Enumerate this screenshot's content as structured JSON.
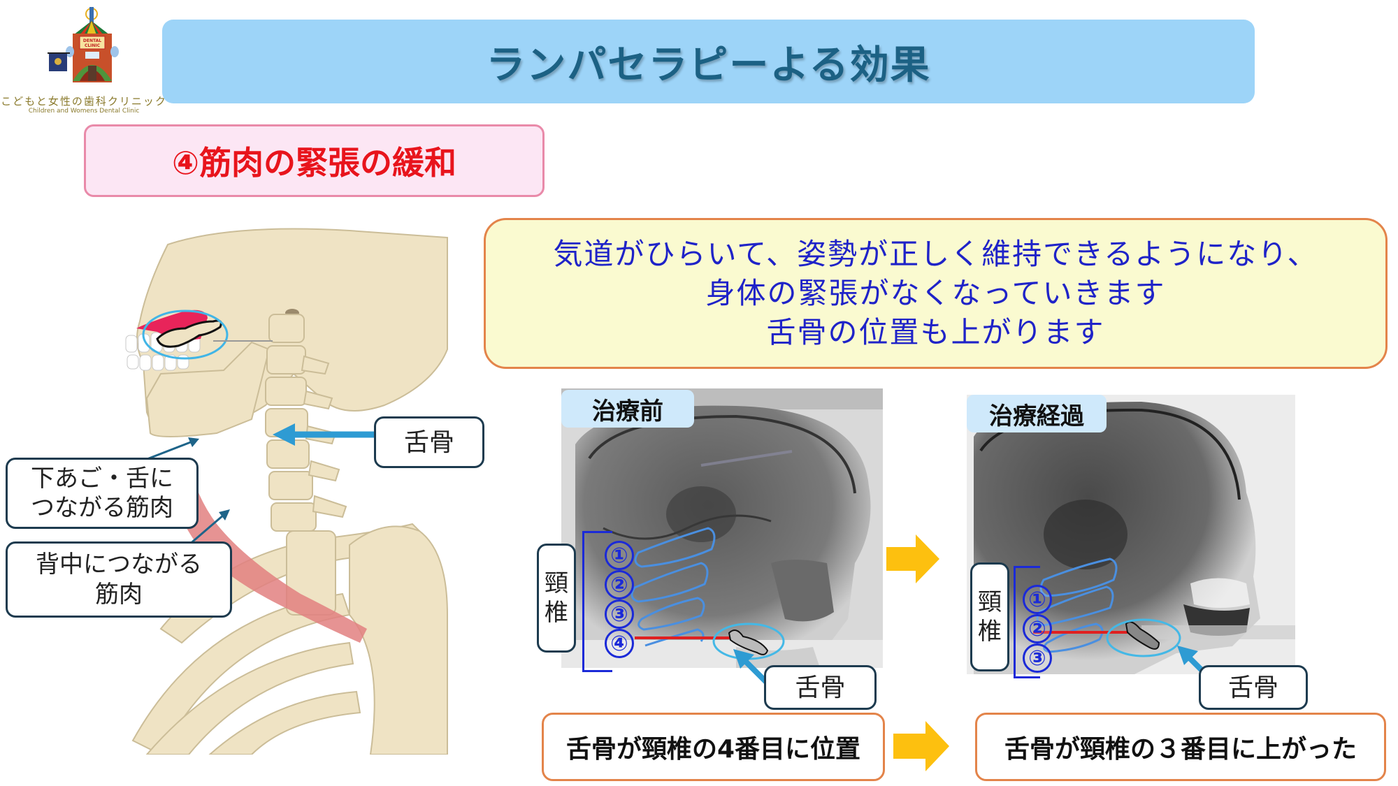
{
  "logo": {
    "sign_text": "DENTAL CLINIC",
    "name_jp": "こどもと女性の歯科クリニック",
    "name_en": "Children and Womens Dental Clinic"
  },
  "header": {
    "title": "ランパセラピーよる効果"
  },
  "section": {
    "heading": "④筋肉の緊張の緩和"
  },
  "illustration": {
    "hyoid_label": "舌骨",
    "jaw_muscle_label_line1": "下あご・舌に",
    "jaw_muscle_label_line2": "つながる筋肉",
    "back_muscle_label_line1": "背中につながる",
    "back_muscle_label_line2": "筋肉"
  },
  "info": {
    "lines": [
      "気道がひらいて、姿勢が正しく維持できるようになり、",
      "身体の緊張がなくなっていきます",
      "舌骨の位置も上がります"
    ]
  },
  "before": {
    "tag": "治療前",
    "cervical_label_1": "頸",
    "cervical_label_2": "椎",
    "vertebra_numbers": [
      "①",
      "②",
      "③",
      "④"
    ],
    "hyoid_label": "舌骨",
    "result": "舌骨が頸椎の4番目に位置"
  },
  "after": {
    "tag": "治療経過",
    "cervical_label_1": "頸",
    "cervical_label_2": "椎",
    "vertebra_numbers": [
      "①",
      "②",
      "③"
    ],
    "hyoid_label": "舌骨",
    "result": "舌骨が頸椎の３番目に上がった"
  },
  "colors": {
    "title_bg": "#9dd4f8",
    "title_text": "#1c6184",
    "heading_text": "#e8141c",
    "info_text": "#1f23c8",
    "arrow": "#fdc00f",
    "box_border": "#e3844a"
  }
}
